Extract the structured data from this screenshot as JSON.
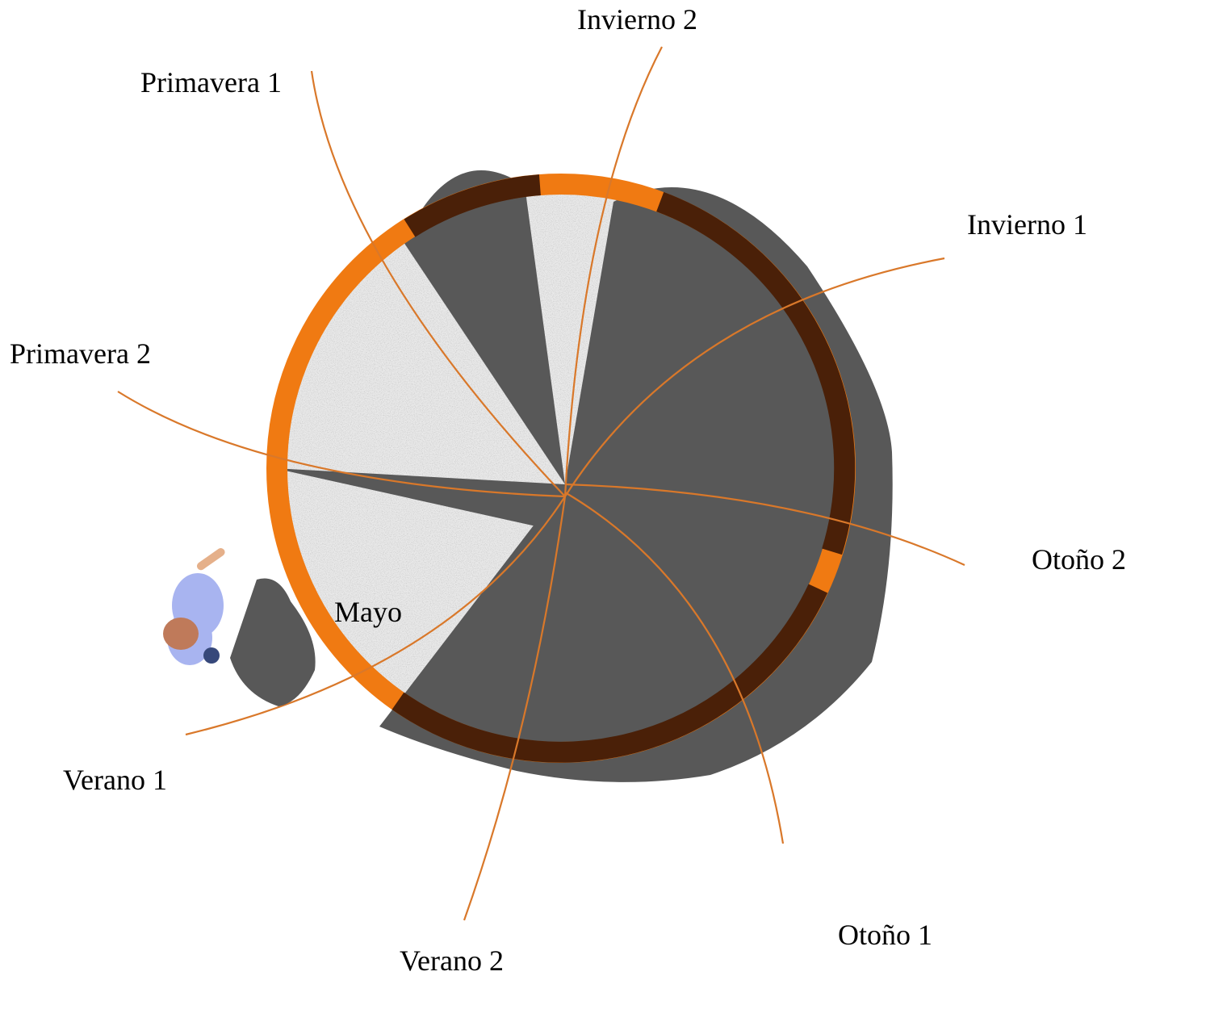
{
  "colors": {
    "background": "#ffffff",
    "ring": "#f07a12",
    "ring_shadow": "#4a2008",
    "shadow": "#585858",
    "floor": "#e9e9e9",
    "sun_path": "#d9782a"
  },
  "labels": {
    "invierno2": "Invierno 2",
    "primavera1": "Primavera 1",
    "invierno1": "Invierno 1",
    "primavera2": "Primavera 2",
    "otono2": "Otoño 2",
    "mayo": "Mayo",
    "verano1": "Verano 1",
    "otono1": "Otoño 1",
    "verano2": "Verano 2"
  },
  "figure_icon": "person-icon"
}
